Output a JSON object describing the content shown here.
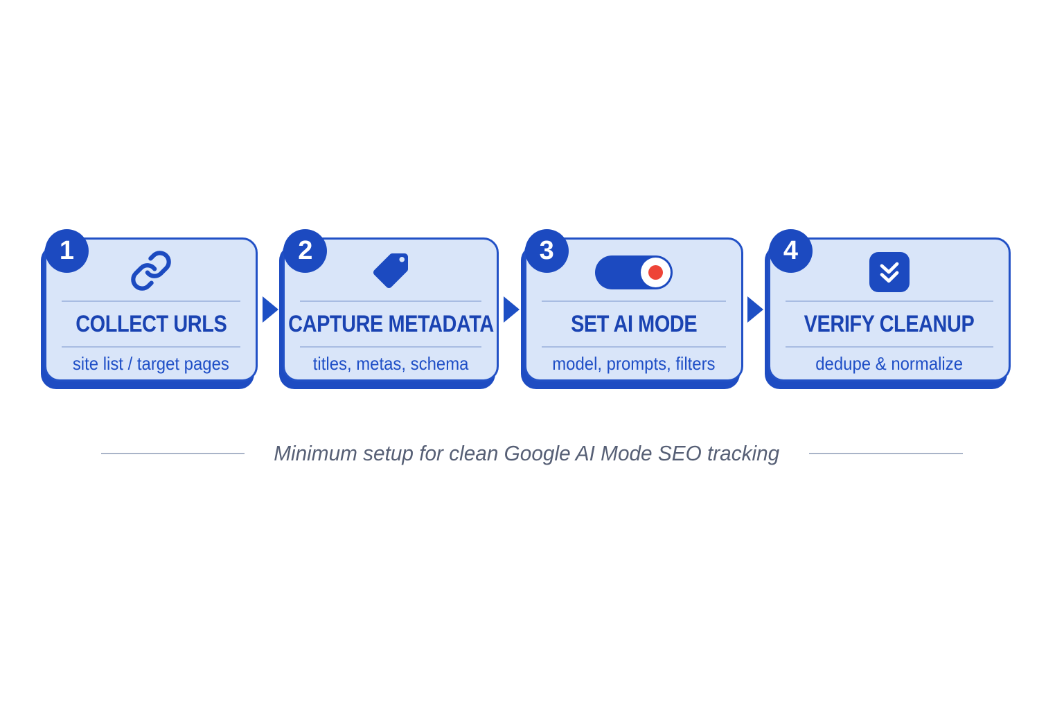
{
  "steps": [
    {
      "number": "1",
      "title": "COLLECT URLS",
      "subtitle": "site list / target pages",
      "icon": "link-icon"
    },
    {
      "number": "2",
      "title": "CAPTURE METADATA",
      "subtitle": "titles, metas, schema",
      "icon": "tag-icon"
    },
    {
      "number": "3",
      "title": "SET AI MODE",
      "subtitle": "model, prompts, filters",
      "icon": "toggle-on-icon"
    },
    {
      "number": "4",
      "title": "VERIFY CLEANUP",
      "subtitle": "dedupe & normalize",
      "icon": "double-check-icon"
    }
  ],
  "caption": "Minimum setup for clean Google AI Mode SEO tracking",
  "colors": {
    "card_background": "#d9e5f9",
    "card_border": "#2251c6",
    "card_shadow": "#1e4cc2",
    "badge_background": "#1c4ac0",
    "icon_blue": "#1c4ac0",
    "title_text": "#1a43b2",
    "subtitle_text": "#1e4ec6",
    "divider": "#a8bce2",
    "arrow": "#1d4fc4",
    "caption_text": "#565f75",
    "caption_line": "#a9b4c8",
    "toggle_dot_red": "#ee4437",
    "page_background": "#ffffff"
  }
}
